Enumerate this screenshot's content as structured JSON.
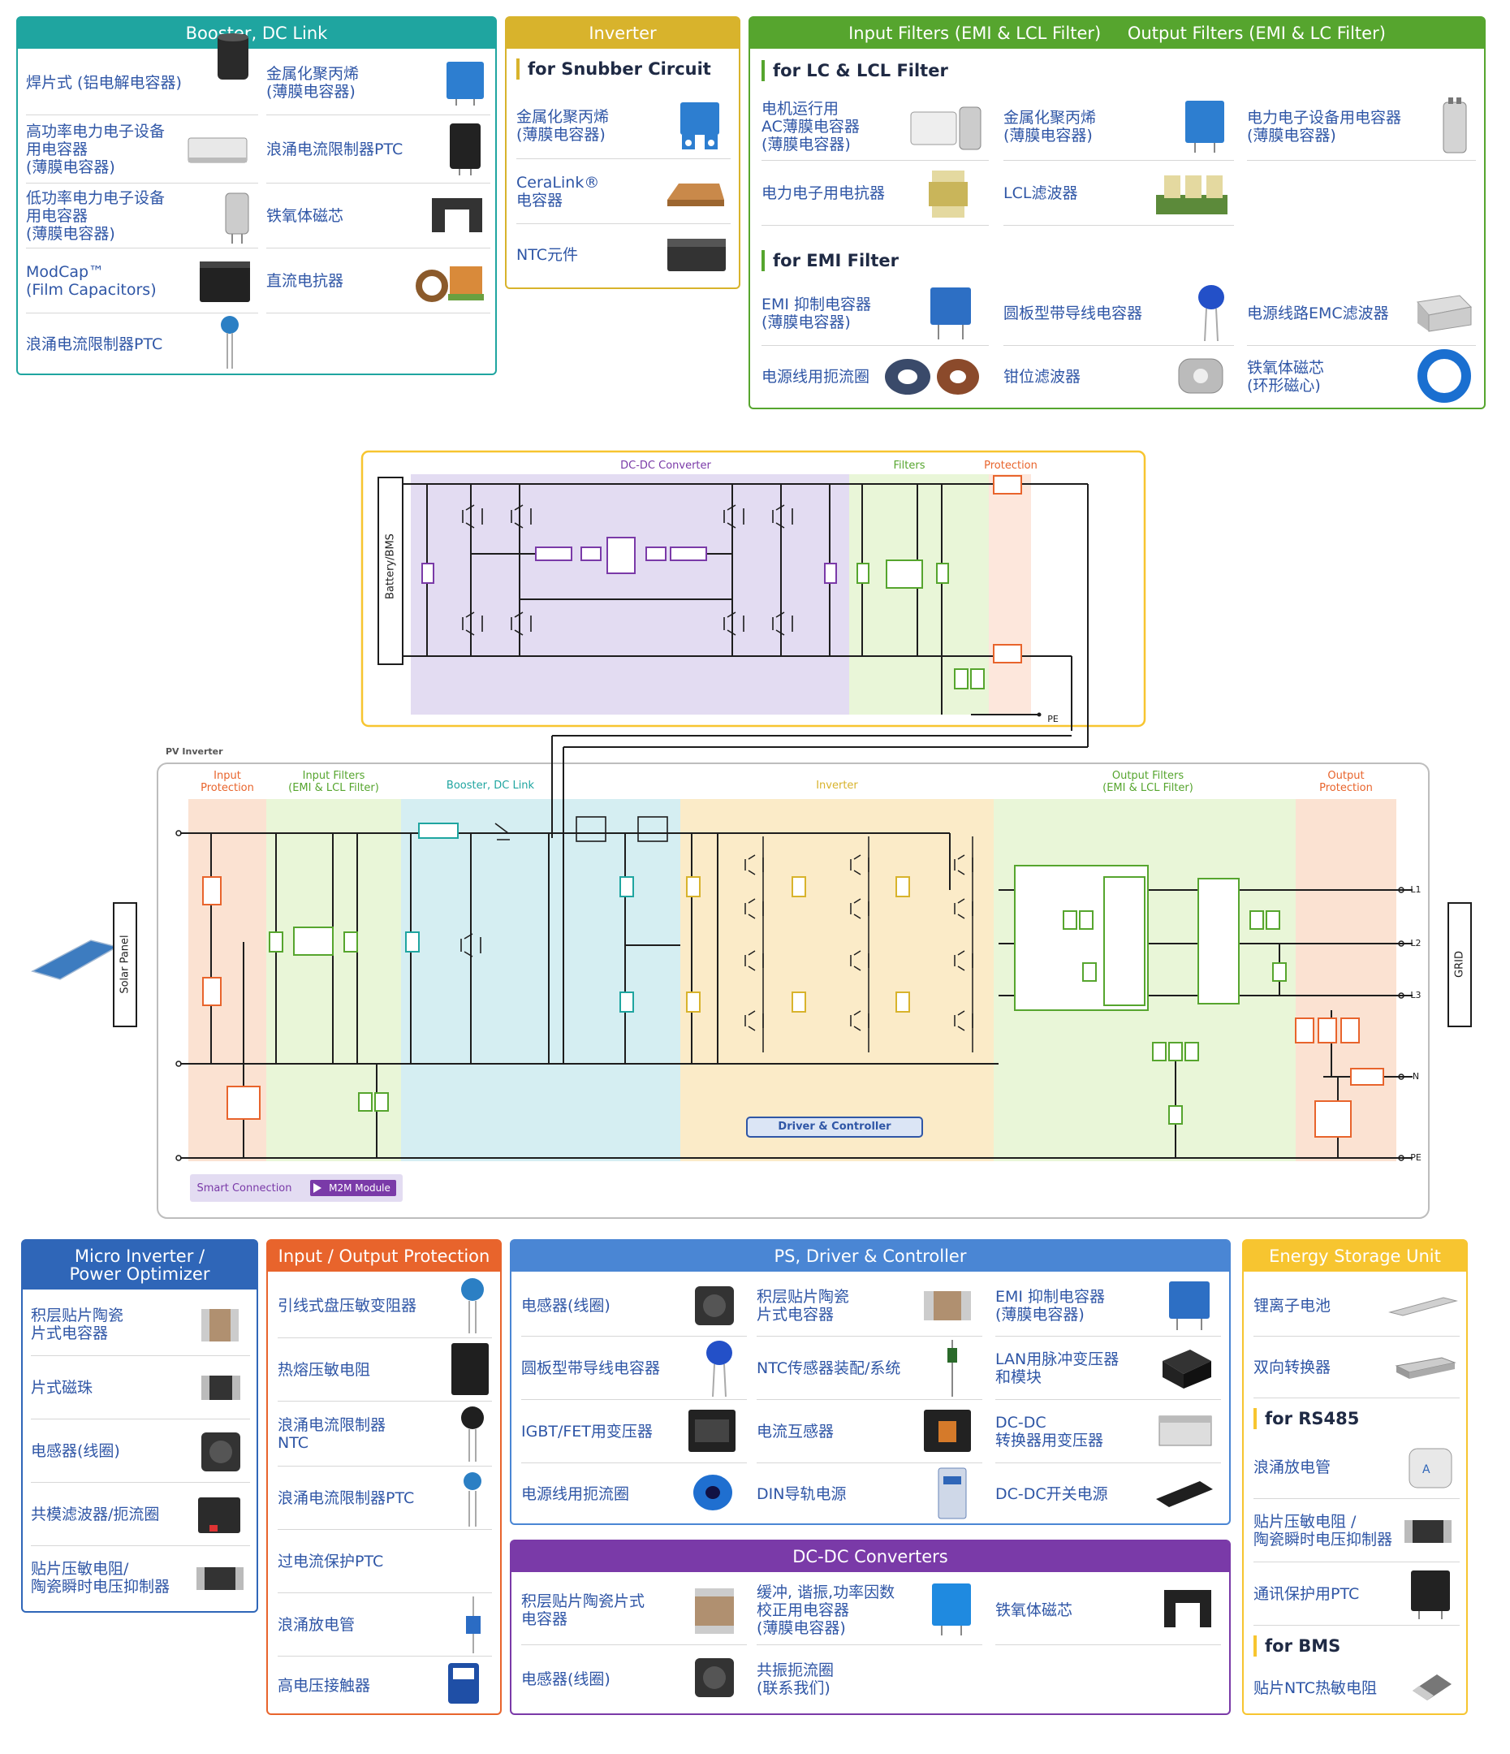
{
  "colors": {
    "teal": "#1fa5a0",
    "gold": "#d8b32c",
    "green": "#56a52e",
    "blue": "#2f66b8",
    "orange": "#e8642c",
    "sky": "#4a86d4",
    "purple": "#7a3aa8",
    "yellow": "#f7c530"
  },
  "top": {
    "booster": {
      "header": "Booster, DC Link",
      "left": [
        "焊片式 (铝电解电容器)",
        "高功率电力电子设备\n用电容器\n(薄膜电容器)",
        "低功率电力电子设备\n用电容器\n(薄膜电容器)",
        "ModCap™\n(Film Capacitors)",
        "浪涌电流限制器PTC"
      ],
      "right": [
        "金属化聚丙烯\n(薄膜电容器)",
        "浪涌电流限制器PTC",
        "铁氧体磁芯",
        "直流电抗器"
      ]
    },
    "inverter": {
      "header": "Inverter",
      "sub": "for Snubber Circuit",
      "items": [
        "金属化聚丙烯\n(薄膜电容器)",
        "CeraLink®\n电容器",
        "NTC元件"
      ]
    },
    "filters": {
      "header_left": "Input Filters (EMI & LCL Filter)",
      "header_right": "Output Filters (EMI & LC Filter)",
      "sub_lc": "for LC & LCL Filter",
      "lc_items": [
        "电机运行用\nAC薄膜电容器\n(薄膜电容器)",
        "金属化聚丙烯\n(薄膜电容器)",
        "电力电子设备用电容器\n(薄膜电容器)",
        "电力电子用电抗器",
        "LCL滤波器"
      ],
      "sub_emi": "for EMI Filter",
      "emi_items": [
        "EMI 抑制电容器\n(薄膜电容器)",
        "圆板型带导线电容器",
        "电源线路EMC滤波器",
        "电源线用扼流圈",
        "钳位滤波器",
        "铁氧体磁芯\n(环形磁心)"
      ]
    }
  },
  "diagram": {
    "dcdc": {
      "title": "DC-DC Converter",
      "filters": "Filters",
      "protection": "Protection",
      "battery": "Battery/BMS",
      "pe": "PE"
    },
    "pv": {
      "title": "PV Inverter",
      "zones": [
        "Input\nProtection",
        "Input Filters\n(EMI & LCL Filter)",
        "Booster, DC Link",
        "Inverter",
        "Output Filters\n(EMI & LCL Filter)",
        "Output\nProtection"
      ],
      "solar": "Solar Panel",
      "grid": "GRID",
      "lines": [
        "L1",
        "L2",
        "L3",
        "N",
        "PE"
      ],
      "driver": "Driver & Controller",
      "smart": "Smart Connection",
      "m2m": "M2M Module"
    }
  },
  "bottom": {
    "micro": {
      "header": "Micro Inverter /\nPower Optimizer",
      "items": [
        "积层贴片陶瓷\n片式电容器",
        "片式磁珠",
        "电感器(线圈)",
        "共模滤波器/扼流圈",
        "贴片压敏电阻/\n陶瓷瞬时电压抑制器"
      ]
    },
    "io": {
      "header": "Input / Output Protection",
      "items": [
        "引线式盘压敏变阻器",
        "热熔压敏电阻",
        "浪涌电流限制器\nNTC",
        "浪涌电流限制器PTC",
        "过电流保护PTC",
        "浪涌放电管",
        "高电压接触器"
      ]
    },
    "ps": {
      "header": "PS, Driver & Controller",
      "col1": [
        "电感器(线圈)",
        "圆板型带导线电容器",
        "IGBT/FET用变压器",
        "电源线用扼流圈"
      ],
      "col2": [
        "积层贴片陶瓷\n片式电容器",
        "NTC传感器装配/系统",
        "电流互感器",
        "DIN导轨电源"
      ],
      "col3": [
        "EMI 抑制电容器\n(薄膜电容器)",
        "LAN用脉冲变压器\n和模块",
        "DC-DC\n转换器用变压器",
        "DC-DC开关电源"
      ]
    },
    "dcdc": {
      "header": "DC-DC Converters",
      "col1": [
        "积层贴片陶瓷片式\n电容器",
        "电感器(线圈)"
      ],
      "col2": [
        "缓冲, 谐振,功率因数\n校正用电容器\n(薄膜电容器)",
        "共振扼流圈\n(联系我们)"
      ],
      "col3": [
        "铁氧体磁芯"
      ]
    },
    "ess": {
      "header": "Energy Storage Unit",
      "items1": [
        "锂离子电池",
        "双向转换器"
      ],
      "sub_rs485": "for RS485",
      "items2": [
        "浪涌放电管",
        "贴片压敏电阻 /\n陶瓷瞬时电压抑制器",
        "通讯保护用PTC"
      ],
      "sub_bms": "for BMS",
      "items3": [
        "贴片NTC热敏电阻"
      ]
    }
  }
}
